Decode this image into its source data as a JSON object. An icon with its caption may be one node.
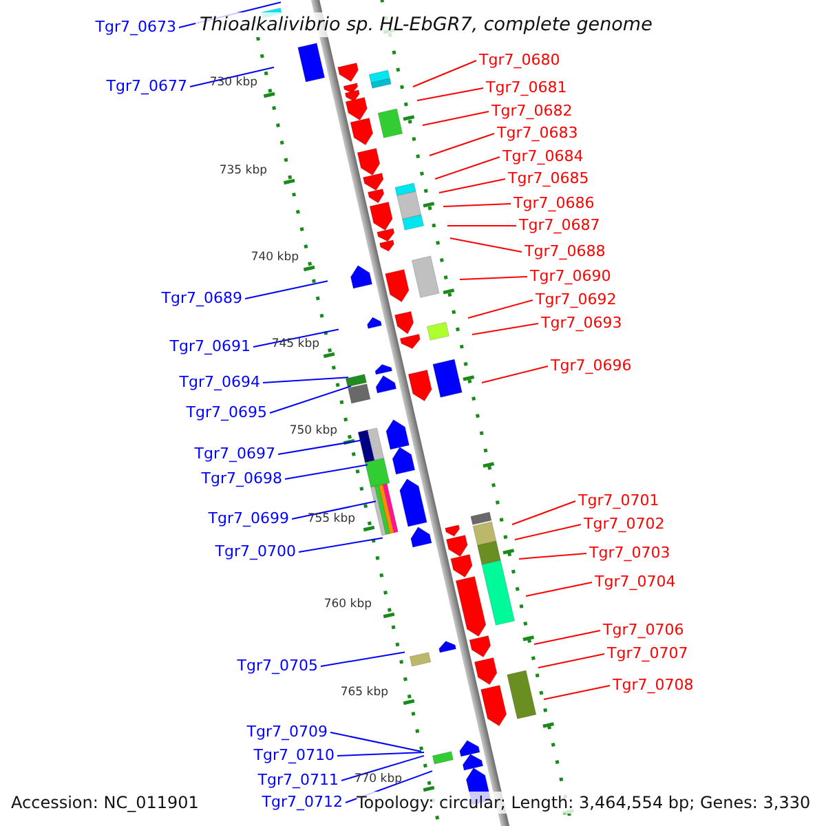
{
  "diagram": {
    "title": "Thioalkalivibrio sp. HL-EbGR7, complete genome",
    "nodes": [
      {
        "text": [
          "Tgr7_0673"
        ]
      },
      {
        "text": [
          "Tgr7_0680"
        ]
      },
      {
        "text": [
          "Tgr7_0677"
        ]
      },
      {
        "text": [
          "Tgr7_0681"
        ]
      },
      {
        "text": [
          "Tgr7_0682"
        ]
      },
      {
        "text": [
          "Tgr7_0683"
        ]
      },
      {
        "text": [
          "Tgr7_0684"
        ]
      },
      {
        "text": [
          "Tgr7_0685"
        ]
      },
      {
        "text": [
          "Tgr7_0686"
        ]
      },
      {
        "text": [
          "Tgr7_0687"
        ]
      },
      {
        "text": [
          "Tgr7_0688"
        ]
      },
      {
        "text": [
          "Tgr7_0690"
        ]
      },
      {
        "text": [
          "Tgr7_0689"
        ]
      },
      {
        "text": [
          "Tgr7_0692"
        ]
      },
      {
        "text": [
          "Tgr7_0693"
        ]
      },
      {
        "text": [
          "Tgr7_0691"
        ]
      },
      {
        "text": [
          "Tgr7_0696"
        ]
      },
      {
        "text": [
          "Tgr7_0694"
        ]
      },
      {
        "text": [
          "Tgr7_0695"
        ]
      },
      {
        "text": [
          "Tgr7_0697"
        ]
      },
      {
        "text": [
          "Tgr7_0698"
        ]
      },
      {
        "text": [
          "Tgr7_0701"
        ]
      },
      {
        "text": [
          "Tgr7_0699"
        ]
      },
      {
        "text": [
          "Tgr7_0702"
        ]
      },
      {
        "text": [
          "Tgr7_0700"
        ]
      },
      {
        "text": [
          "Tgr7_0703"
        ]
      },
      {
        "text": [
          "Tgr7_0704"
        ]
      },
      {
        "text": [
          "Tgr7_0706"
        ]
      },
      {
        "text": [
          "Tgr7_0707"
        ]
      },
      {
        "text": [
          "Tgr7_0705"
        ]
      },
      {
        "text": [
          "Tgr7_0708"
        ]
      },
      {
        "text": [
          "Tgr7_0709"
        ]
      },
      {
        "text": [
          "Tgr7_0710"
        ]
      },
      {
        "text": [
          "Tgr7_0711"
        ]
      },
      {
        "text": [
          "Tgr7_0712"
        ]
      }
    ],
    "edges": [
      {
        "from": 0,
        "to": null,
        "arrow": "none",
        "color": "#0000ff"
      },
      {
        "from": 1,
        "to": null,
        "arrow": "none"
      },
      {
        "from": 2,
        "to": null,
        "arrow": "none",
        "color": "#0000ff"
      },
      {
        "from": 3,
        "to": null,
        "arrow": "none"
      },
      {
        "from": 4,
        "to": null,
        "arrow": "none"
      },
      {
        "from": 5,
        "to": null,
        "arrow": "none"
      },
      {
        "from": 6,
        "to": null,
        "arrow": "none"
      },
      {
        "from": 7,
        "to": null,
        "arrow": "none"
      },
      {
        "from": 8,
        "to": null,
        "arrow": "none"
      },
      {
        "from": 9,
        "to": null,
        "arrow": "none"
      },
      {
        "from": 10,
        "to": null,
        "arrow": "none"
      },
      {
        "from": 11,
        "to": null,
        "arrow": "none"
      },
      {
        "from": 12,
        "to": null,
        "arrow": "none",
        "color": "#0000ff"
      },
      {
        "from": 13,
        "to": null,
        "arrow": "none"
      },
      {
        "from": 14,
        "to": null,
        "arrow": "none"
      },
      {
        "from": 15,
        "to": null,
        "arrow": "none",
        "color": "#0000ff"
      },
      {
        "from": 16,
        "to": null,
        "arrow": "none"
      },
      {
        "from": 17,
        "to": null,
        "arrow": "none",
        "color": "#0000ff"
      },
      {
        "from": 18,
        "to": null,
        "arrow": "none",
        "color": "#0000ff"
      },
      {
        "from": 19,
        "to": null,
        "arrow": "none",
        "color": "#0000ff"
      },
      {
        "from": 20,
        "to": null,
        "arrow": "none",
        "color": "#0000ff"
      },
      {
        "from": 21,
        "to": null,
        "arrow": "none"
      },
      {
        "from": 22,
        "to": null,
        "arrow": "none",
        "color": "#0000ff"
      },
      {
        "from": 23,
        "to": null,
        "arrow": "none"
      },
      {
        "from": 24,
        "to": null,
        "arrow": "none",
        "color": "#0000ff"
      },
      {
        "from": 25,
        "to": null,
        "arrow": "none"
      },
      {
        "from": 26,
        "to": null,
        "arrow": "none"
      },
      {
        "from": 27,
        "to": null,
        "arrow": "none"
      },
      {
        "from": 28,
        "to": null,
        "arrow": "none"
      },
      {
        "from": 29,
        "to": null,
        "arrow": "none",
        "color": "#0000ff"
      },
      {
        "from": 30,
        "to": null,
        "arrow": "none"
      },
      {
        "from": 31,
        "to": null,
        "arrow": "none",
        "color": "#0000ff"
      },
      {
        "from": 32,
        "to": null,
        "arrow": "none",
        "color": "#0000ff"
      },
      {
        "from": 33,
        "to": null,
        "arrow": "none",
        "color": "#0000ff"
      },
      {
        "from": 34,
        "to": null,
        "arrow": "none",
        "color": "#0000ff"
      }
    ],
    "labels": [
      "730 kbp",
      "735 kbp",
      "740 kbp",
      "745 kbp",
      "750 kbp",
      "755 kbp",
      "760 kbp",
      "765 kbp",
      "770 kbp",
      "Accession: NC_011901",
      "Topology: circular; Length: 3,464,554 bp; Genes: 3,330"
    ]
  }
}
